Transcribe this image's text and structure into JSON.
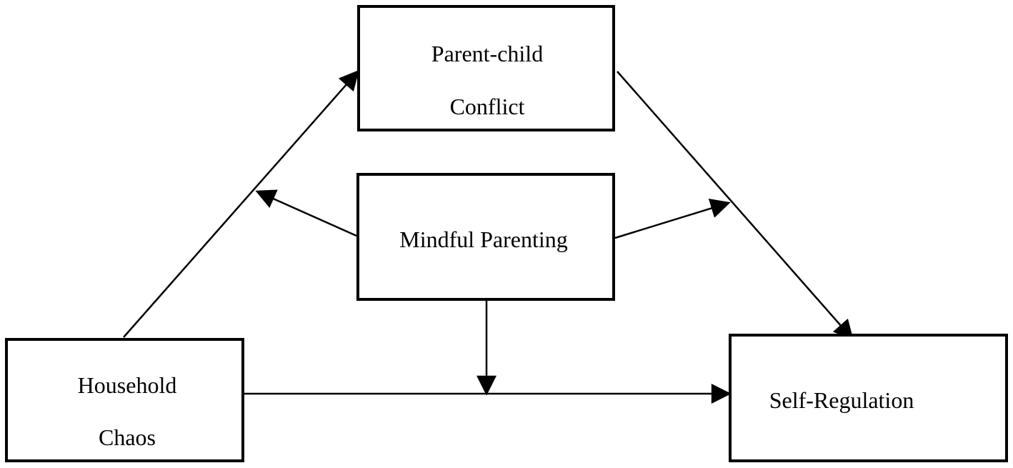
{
  "nodes": {
    "parent_child_conflict": {
      "line1": "Parent-child",
      "line2": "Conflict"
    },
    "mindful_parenting": {
      "line1": "Mindful Parenting"
    },
    "household_chaos": {
      "line1": "Household",
      "line2": "Chaos"
    },
    "self_regulation": {
      "line1": "Self-Regulation"
    }
  },
  "edges": [
    {
      "from": "Household Chaos",
      "to": "Parent-child Conflict"
    },
    {
      "from": "Parent-child Conflict",
      "to": "Self-Regulation"
    },
    {
      "from": "Household Chaos",
      "to": "Self-Regulation"
    },
    {
      "from": "Mindful Parenting",
      "to": "path Household Chaos → Parent-child Conflict"
    },
    {
      "from": "Mindful Parenting",
      "to": "path Parent-child Conflict → Self-Regulation"
    },
    {
      "from": "Mindful Parenting",
      "to": "path Household Chaos → Self-Regulation"
    }
  ],
  "colors": {
    "stroke": "#000000",
    "background": "#ffffff"
  }
}
